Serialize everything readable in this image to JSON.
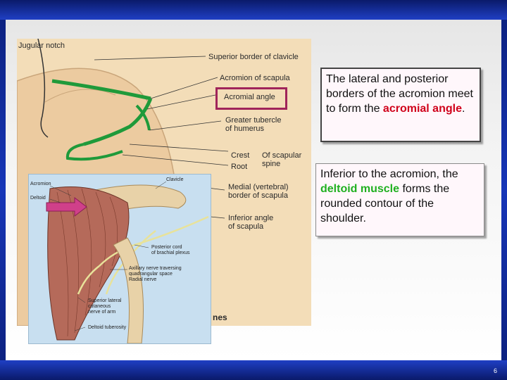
{
  "main_figure": {
    "labels": {
      "jugular_notch": "Jugular notch",
      "superior_border_clavicle": "Superior border of clavicle",
      "acromion_scapula": "Acromion of scapula",
      "acromial_angle": "Acromial angle",
      "greater_tubercle": "Greater tubercle\nof humerus",
      "crest": "Crest",
      "root": "Root",
      "of_scapular_spine": "Of scapular\nspine",
      "medial_border": "Medial (vertebral)\nborder of scapula",
      "inferior_angle": "Inferior angle\nof scapula",
      "partial_word": "nes"
    }
  },
  "inset_figure": {
    "labels": {
      "acromion": "Acromion",
      "deltoid": "Deltoid",
      "clavicle": "Clavicle",
      "posterior_cord": "Posterior cord\nof brachial plexus",
      "axillary_nerve": "Axillary nerve traversing\nquadrangular space\nRadial nerve",
      "superior_lateral": "Superior lateral\ncutaneous\nnerve of arm",
      "deltoid_tuberosity": "Deltoid tuberosity"
    }
  },
  "text_box_1": {
    "text_before": "The lateral and posterior borders of the acromion meet to form the ",
    "highlight": "acromial angle",
    "text_after": "."
  },
  "text_box_2": {
    "text_before": "Inferior to the acromion, the ",
    "highlight": "deltoid muscle",
    "text_after": " forms the rounded contour of the shoulder."
  },
  "page_number": "6",
  "colors": {
    "highlight_red": "#d0021b",
    "highlight_green": "#20b020",
    "callout": "#a0245a",
    "arrow": "#d0408a"
  }
}
